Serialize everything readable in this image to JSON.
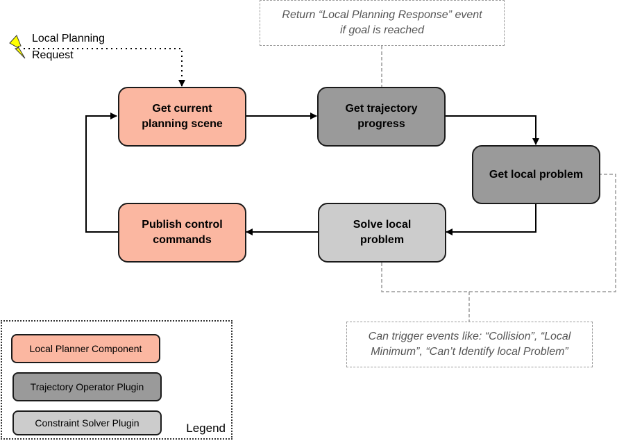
{
  "colors": {
    "local_planner_component": "#fbb7a1",
    "trajectory_operator_plugin": "#9a9a9a",
    "constraint_solver_plugin": "#cccccc",
    "border": "#1a1a1a",
    "note_border": "#9a9a9a",
    "lightning": "#ffff00"
  },
  "trigger": {
    "icon": "lightning-bolt-icon",
    "label_line1": "Local Planning",
    "label_line2": "Request"
  },
  "nodes": {
    "get_scene": {
      "line1": "Get current",
      "line2": "planning scene",
      "type": "Local Planner Component"
    },
    "get_progress": {
      "line1": "Get trajectory",
      "line2": "progress",
      "type": "Trajectory Operator Plugin"
    },
    "get_local_problem": {
      "line1": "Get local problem",
      "type": "Trajectory Operator Plugin"
    },
    "solve_local_problem": {
      "line1": "Solve local",
      "line2": "problem",
      "type": "Constraint Solver Plugin"
    },
    "publish_commands": {
      "line1": "Publish control",
      "line2": "commands",
      "type": "Local Planner Component"
    }
  },
  "notes": {
    "response": {
      "line1": "Return “Local Planning Response” event",
      "line2": "if goal is reached"
    },
    "events": {
      "line1": "Can trigger events like: “Collision”, “Local",
      "line2": "Minimum”, “Can’t Identify local Problem”"
    }
  },
  "legend": {
    "title": "Legend",
    "items": [
      {
        "label": "Local Planner Component"
      },
      {
        "label": "Trajectory Operator Plugin"
      },
      {
        "label": "Constraint Solver Plugin"
      }
    ]
  }
}
